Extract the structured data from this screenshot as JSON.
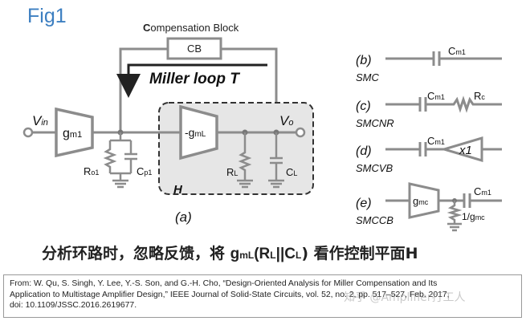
{
  "figure": {
    "title": "Fig1",
    "compensation_block": {
      "label_C": "C",
      "label_rest": "ompensation Block",
      "box_label": "CB"
    },
    "miller_loop_label": "Miller loop T",
    "input_label": {
      "main": "V",
      "sub": "in"
    },
    "output_label": {
      "main": "V",
      "sub": "o"
    },
    "gm1_label": {
      "main": "g",
      "sub": "m1"
    },
    "gml_label": {
      "main": "-g",
      "sub": "mL"
    },
    "ro1_label": {
      "main": "R",
      "sub": "o1"
    },
    "cp1_label": {
      "main": "C",
      "sub": "p1"
    },
    "rl_label": {
      "main": "R",
      "sub": "L"
    },
    "cl_label": {
      "main": "C",
      "sub": "L"
    },
    "h_label": "H",
    "panel_a": "(a)",
    "note": {
      "before": "分析环路时，忽略反馈，将 ",
      "gml": "g",
      "gml_sub": "mL",
      "paren_open": "(R",
      "rl_sub": "L",
      "mid": "||C",
      "cl_sub": "L",
      "after": ") 看作控制平面H"
    },
    "panels": {
      "b": {
        "tag": "(b)",
        "name": "SMC",
        "cap": {
          "main": "C",
          "sub": "m1"
        }
      },
      "c": {
        "tag": "(c)",
        "name": "SMCNR",
        "cap": {
          "main": "C",
          "sub": "m1"
        },
        "res": {
          "main": "R",
          "sub": "c"
        }
      },
      "d": {
        "tag": "(d)",
        "name": "SMCVB",
        "cap": {
          "main": "C",
          "sub": "m1"
        },
        "buffer": "x1"
      },
      "e": {
        "tag": "(e)",
        "name": "SMCCB",
        "cap": {
          "main": "C",
          "sub": "m1"
        },
        "gm": {
          "main": "g",
          "sub": "mc"
        },
        "res": {
          "pre": "1/g",
          "sub": "mc"
        }
      }
    }
  },
  "citation": {
    "line1": "From: W. Qu, S. Singh, Y. Lee, Y.-S. Son, and G.-H. Cho, “Design-Oriented Analysis for Miller Compensation and Its",
    "line2": "Application to Multistage Amplifier Design,” IEEE Journal of Solid-State Circuits, vol. 52, no. 2, pp. 517–527, Feb. 2017,",
    "line3": "doi: 10.1109/JSSC.2016.2619677."
  },
  "watermark": "知乎 @Amplifier打工人",
  "colors": {
    "title_blue": "#3d7fc1",
    "wire": "#8c8c8c",
    "plant_fill": "#e6e6e6",
    "text": "#222222"
  }
}
